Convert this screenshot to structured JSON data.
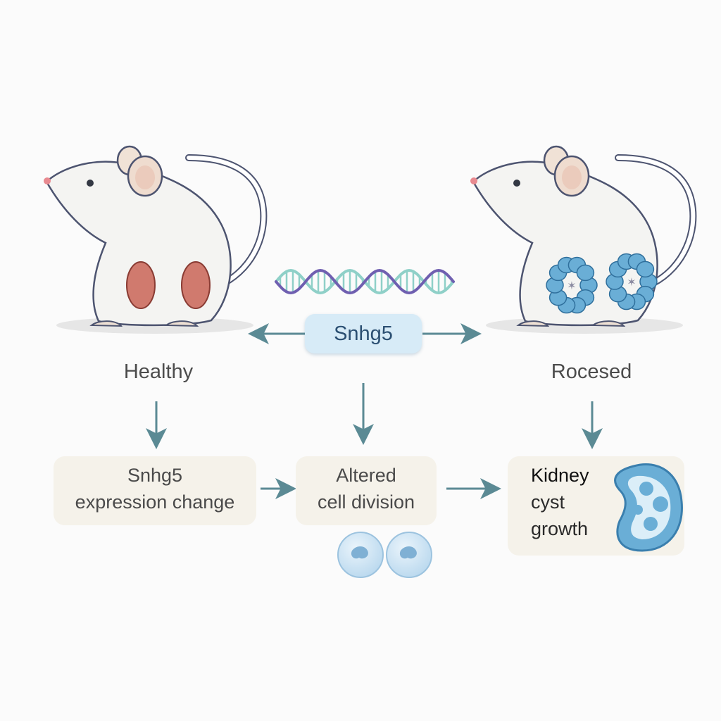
{
  "labels": {
    "left_mouse": "Healthy",
    "right_mouse": "Rocesed",
    "center_gene": "Snhg5"
  },
  "boxes": {
    "box1_line1": "Snhg5",
    "box1_line2": "expression change",
    "box2_line1": "Altered",
    "box2_line2": "cell division",
    "box3_line1": "Kidney",
    "box3_line2": "cyst",
    "box3_line3": "growth"
  },
  "colors": {
    "arrow": "#5b8a94",
    "pill_fill": "#d7ebf7",
    "box_fill": "#f5f2ea",
    "healthy_kidney": "#d07a6e",
    "cyst": "#6aaed6",
    "dna_a": "#6f5fb0",
    "dna_b": "#8fd0c8"
  },
  "icons": [
    "dna-helix-icon",
    "mouse-healthy-icon",
    "mouse-diseased-icon",
    "kidney-cyst-icon",
    "dividing-cell-icon"
  ]
}
